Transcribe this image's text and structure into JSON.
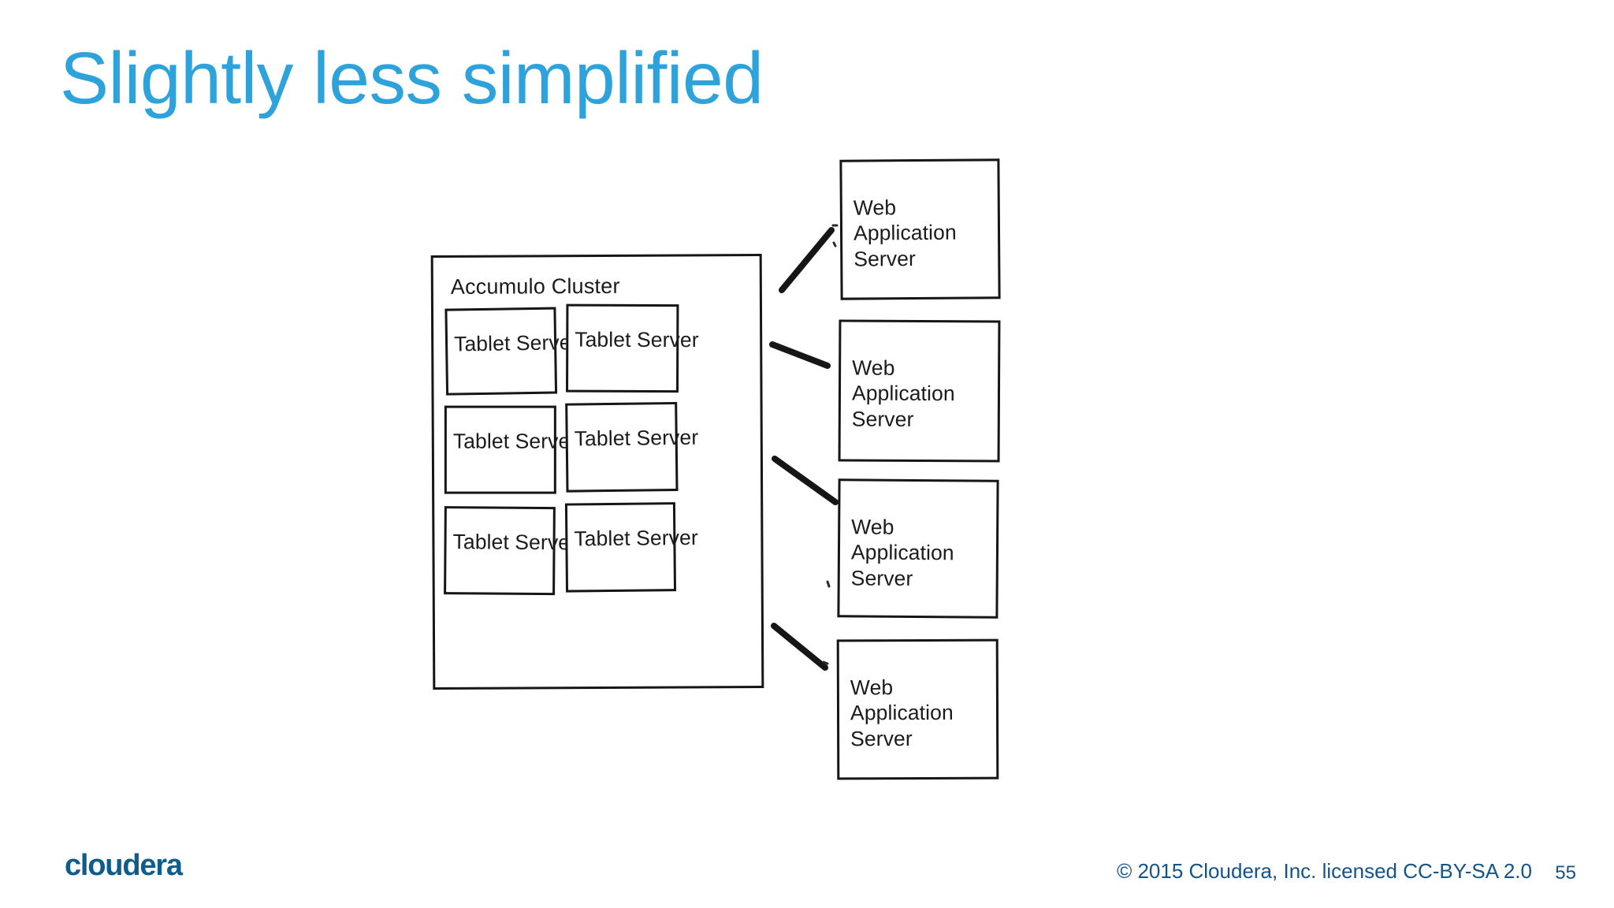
{
  "slide": {
    "title": "Slightly less simplified",
    "title_color": "#2EA3DB",
    "background_color": "#ffffff"
  },
  "diagram": {
    "cluster": {
      "label": "Accumulo Cluster",
      "tablet_servers": [
        {
          "label": "Tablet Server"
        },
        {
          "label": "Tablet Server"
        },
        {
          "label": "Tablet Server"
        },
        {
          "label": "Tablet Server"
        },
        {
          "label": "Tablet Server"
        },
        {
          "label": "Tablet Server"
        }
      ]
    },
    "web_application_servers": [
      {
        "line1": "Web Application",
        "line2": "Server"
      },
      {
        "line1": "Web Application",
        "line2": "Server"
      },
      {
        "line1": "Web Application",
        "line2": "Server"
      },
      {
        "line1": "Web Application",
        "line2": "Server"
      }
    ],
    "connector_count": 4,
    "stroke_color": "#161616"
  },
  "footer": {
    "logo": "cloudera",
    "logo_color": "#0E5C8C",
    "copyright": "© 2015 Cloudera, Inc. licensed CC-BY-SA 2.0",
    "page_number": "55",
    "text_color": "#14538A"
  }
}
